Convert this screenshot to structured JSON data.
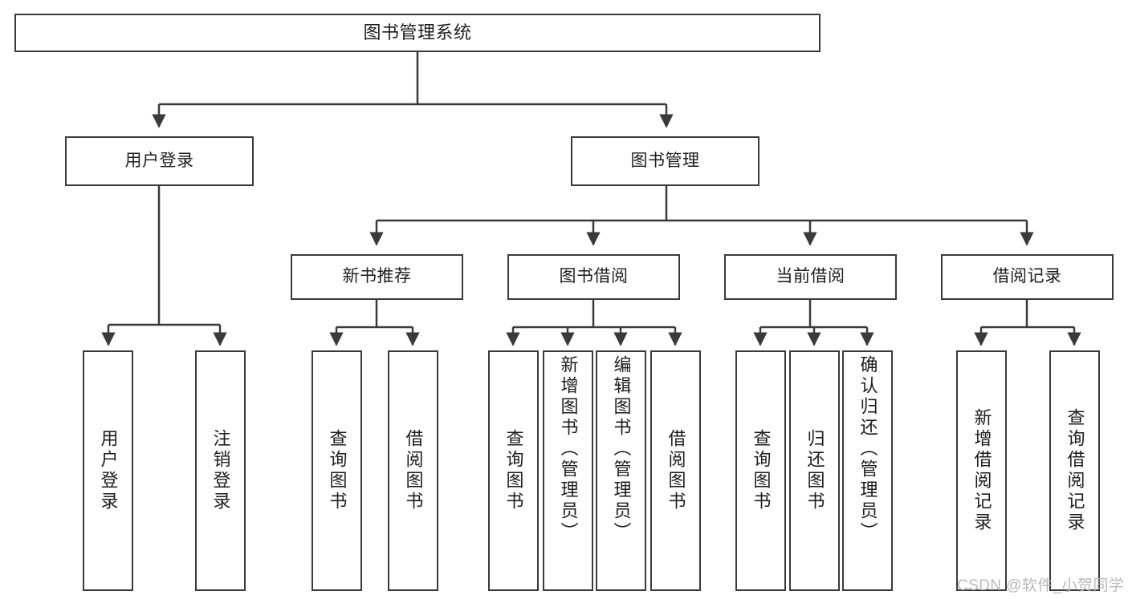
{
  "diagram": {
    "title": "图书管理系统",
    "type": "tree",
    "line_color": "#3a3a3a",
    "box_fill": "#ffffff",
    "text_color": "#1d1d1d"
  },
  "root": {
    "label": "图书管理系统"
  },
  "level2": [
    {
      "label": "用户登录"
    },
    {
      "label": "图书管理"
    }
  ],
  "level3": [
    {
      "label": "新书推荐"
    },
    {
      "label": "图书借阅"
    },
    {
      "label": "当前借阅"
    },
    {
      "label": "借阅记录"
    }
  ],
  "leaves": {
    "user_login": [
      {
        "label": "用户登录"
      },
      {
        "label": "注销登录"
      }
    ],
    "new_book_recommend": [
      {
        "label": "查询图书"
      },
      {
        "label": "借阅图书"
      }
    ],
    "book_borrow": [
      {
        "label": "查询图书"
      },
      {
        "label": "新增图书（管理员）"
      },
      {
        "label": "编辑图书（管理员）"
      },
      {
        "label": "借阅图书"
      }
    ],
    "current_borrow": [
      {
        "label": "查询图书"
      },
      {
        "label": "归还图书"
      },
      {
        "label": "确认归还（管理员）"
      }
    ],
    "borrow_record": [
      {
        "label": "新增借阅记录"
      },
      {
        "label": "查询借阅记录"
      }
    ]
  },
  "watermark": {
    "text": "CSDN @软件_小贺同学"
  }
}
